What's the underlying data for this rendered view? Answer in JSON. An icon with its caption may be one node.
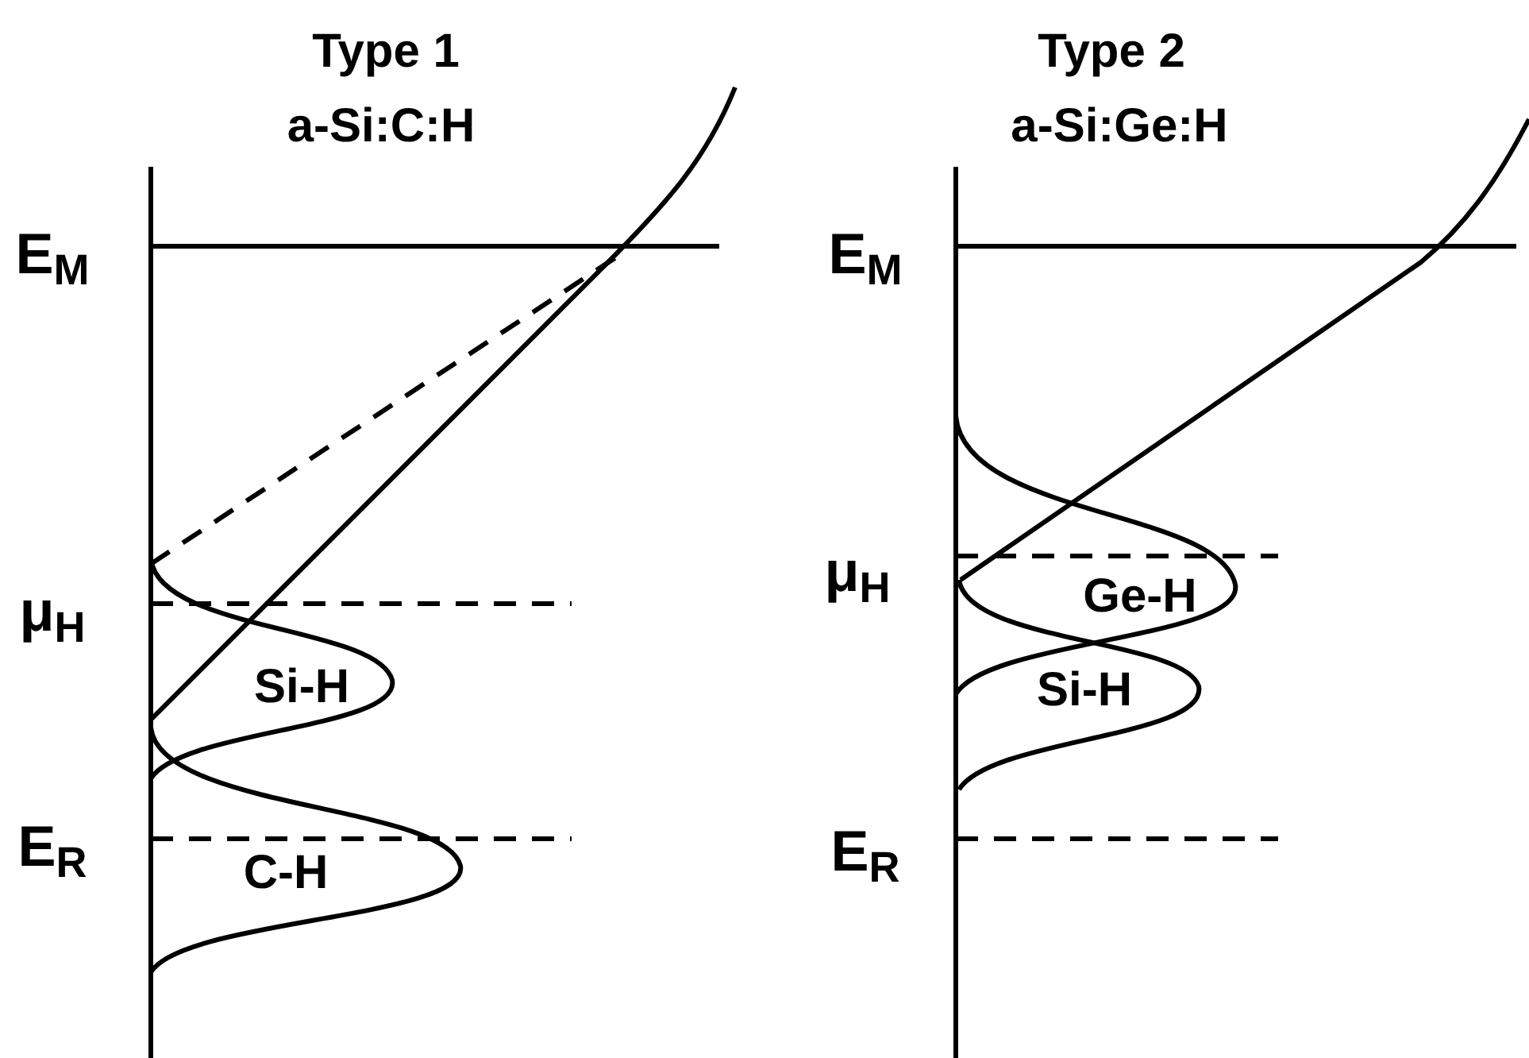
{
  "diagram": {
    "labels": [
      "Type 1",
      "a-Si:C:H",
      "E$_{M}$",
      "μ$_{H}$",
      "Si-H",
      "E$_{R}$",
      "C-H",
      "Type 2",
      "a-Si:Ge:H",
      "E$_{M}$",
      "μ$_{H}$",
      "Ge-H",
      "Si-H",
      "E$_{R}$"
    ]
  }
}
